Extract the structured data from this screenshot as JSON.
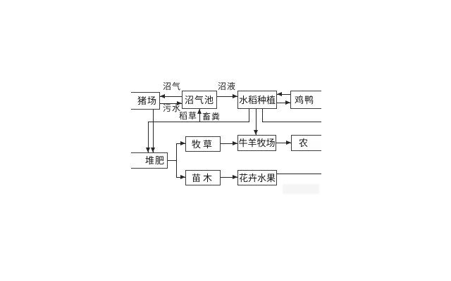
{
  "diagram": {
    "type": "flowchart",
    "description_visible_only": "ecological agriculture cycle flowchart, cropped at left and right edges",
    "nodes": {
      "pig_farm": "猪场",
      "biogas_digester": "沼气池",
      "rice_planting": "水稻种植",
      "chicken_duck": "鸡鸭",
      "compost": "堆肥",
      "forage_grass": "牧草",
      "cattle_sheep_ranch": "牛羊牧场",
      "farm": "农",
      "saplings": "苗木",
      "flowers_fruits": "花卉水果"
    },
    "flow_labels": {
      "biogas": "沼气",
      "sewage": "污水",
      "biogas_slurry": "沼液",
      "rice_straw": "稻草",
      "livestock_manure": "畜粪"
    },
    "edges": [
      {
        "from": "biogas_digester",
        "to": "pig_farm",
        "label": "沼气"
      },
      {
        "from": "pig_farm",
        "to": "biogas_digester",
        "label": "污水"
      },
      {
        "from": "biogas_digester",
        "to": "rice_planting",
        "label": "沼液"
      },
      {
        "from": "chicken_duck",
        "to": "rice_planting",
        "label": ""
      },
      {
        "from": "rice_planting",
        "to": "chicken_duck",
        "label": ""
      },
      {
        "from": "rice_planting",
        "to": "biogas_digester",
        "label": "稻草 / 畜粪"
      },
      {
        "from": "rice_planting",
        "to": "compost",
        "label": ""
      },
      {
        "from": "pig_farm",
        "to": "compost",
        "label": ""
      },
      {
        "from": "rice_planting",
        "to": "cattle_sheep_ranch",
        "label": ""
      },
      {
        "from": "rice_planting",
        "to": "(right edge, cut off)",
        "label": ""
      },
      {
        "from": "compost",
        "to": "forage_grass",
        "label": ""
      },
      {
        "from": "compost",
        "to": "saplings",
        "label": ""
      },
      {
        "from": "forage_grass",
        "to": "cattle_sheep_ranch",
        "label": ""
      },
      {
        "from": "cattle_sheep_ranch",
        "to": "farm",
        "label": ""
      },
      {
        "from": "saplings",
        "to": "flowers_fruits",
        "label": ""
      },
      {
        "from": "flowers_fruits",
        "to": "(right edge, cut off)",
        "label": ""
      }
    ],
    "colors": {
      "background": "#ffffff",
      "box_border": "#3d3d3d",
      "line": "#272727",
      "text": "#161616"
    }
  }
}
